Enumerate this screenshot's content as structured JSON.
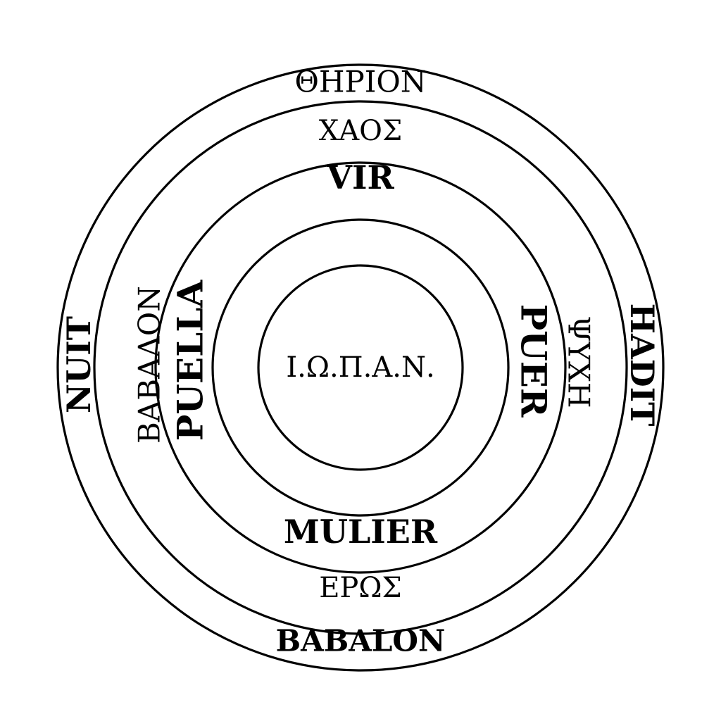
{
  "diagram": {
    "colors": {
      "background": "#ffffff",
      "ink": "#000000"
    },
    "center": "Ι.Ω.Π.Α.Ν.",
    "ring1": {
      "top": "VIR",
      "bottom": "MULIER",
      "left": "PUELLA",
      "right": "PUER"
    },
    "ring2": {
      "top": "ΧΑΟΣ",
      "bottom": "ΕΡΩΣ",
      "left": "ΒΑΒΑΛΟΝ",
      "right": "ΨΥΧΗ"
    },
    "ring3": {
      "top": "ΘΗΡΙΟΝ",
      "bottom": "BABALON",
      "left": "NUIT",
      "right": "HADIT"
    }
  }
}
